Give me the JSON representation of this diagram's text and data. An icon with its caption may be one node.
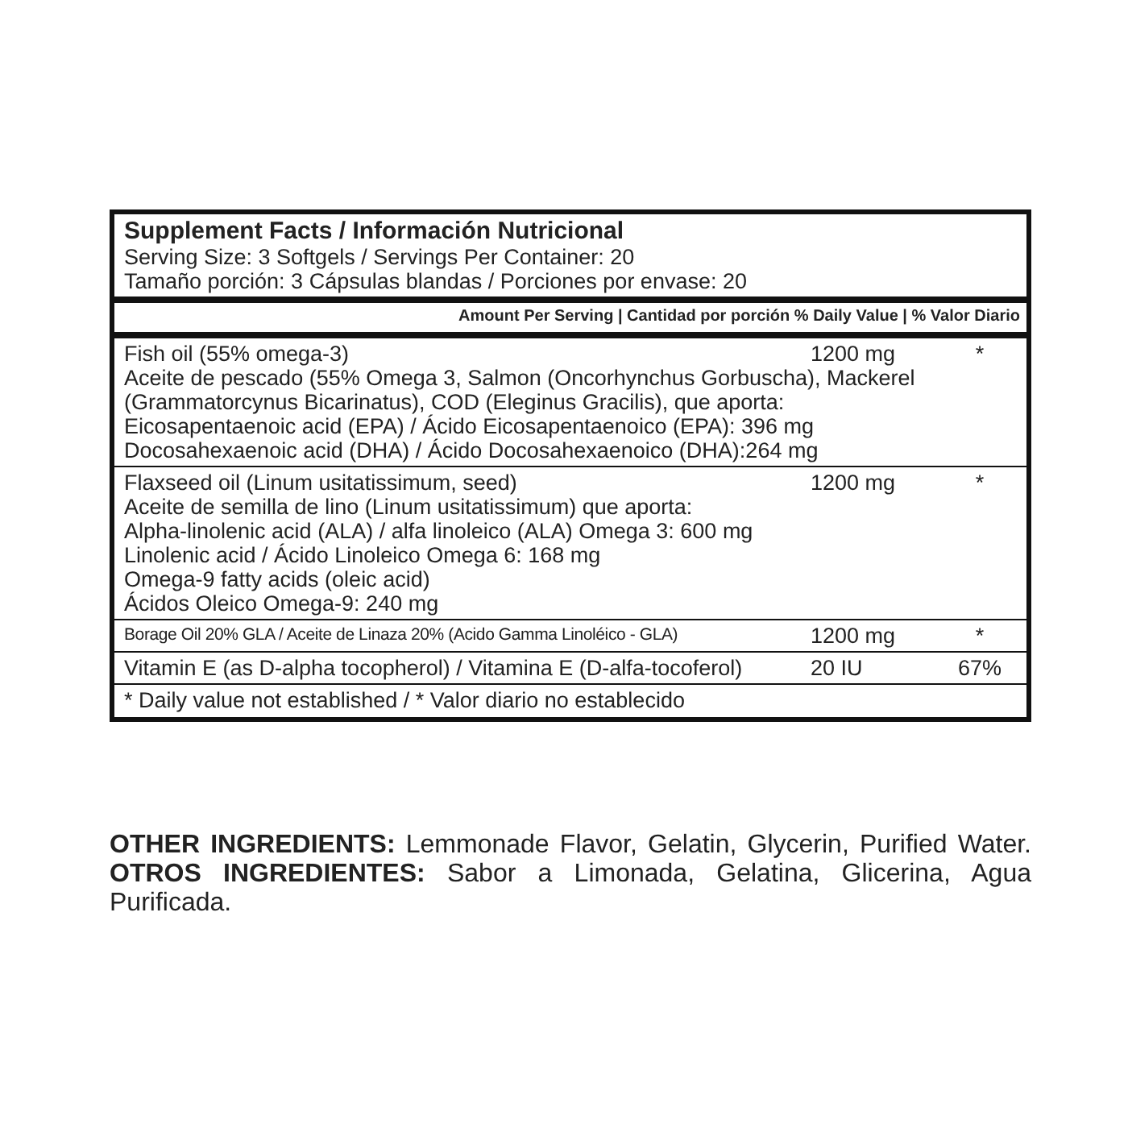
{
  "diagram": {
    "title": "Supplement Facts / Información Nutricional",
    "labels": [
      "Serving Size: 3 Softgels / Servings Per Container: 20",
      "Tamaño porción: 3 Cápsulas blandas / Porciones por envase: 20",
      "Amount Per Serving | Cantidad por porción % Daily Value | % Valor Diario",
      "Fish oil (55% omega-3)",
      "1200 mg",
      "*",
      "Aceite de pescado (55% Omega 3, Salmon (Oncorhynchus Gorbuscha), Mackerel (Grammatorcynus Bicarinatus), COD (Eleginus Gracilis), que aporta:",
      "Eicosapentaenoic acid (EPA) / Ácido Eicosapentaenoico (EPA): 396 mg",
      "Docosahexaenoic acid (DHA) / Ácido Docosahexaenoico (DHA):264 mg",
      "Flaxseed oil (Linum usitatissimum, seed)",
      "1200 mg",
      "*",
      "Aceite de semilla de lino (Linum usitatissimum) que aporta:",
      "Alpha-linolenic acid (ALA) / alfa linoleico (ALA) Omega 3: 600 mg",
      "Linolenic acid / Ácido Linoleico Omega 6: 168 mg",
      "Omega-9 fatty acids (oleic acid)",
      "Ácidos Oleico Omega-9: 240 mg",
      "Borage Oil 20% GLA / Aceite de Linaza 20% (Acido Gamma Linoléico - GLA)",
      "1200 mg",
      "*",
      "Vitamin E (as D-alpha tocopherol) / Vitamina E (D-alfa-tocoferol)",
      "20 IU",
      "67%",
      "* Daily value not established / * Valor diario no establecido",
      "**OTHER INGREDIENTS:** Lemmonade Flavor, Gelatin, Glycerin, Purified Water. **OTROS INGREDIENTES:** Sabor a Limonada, Gelatina, Glicerina, Agua Purificada."
    ]
  }
}
